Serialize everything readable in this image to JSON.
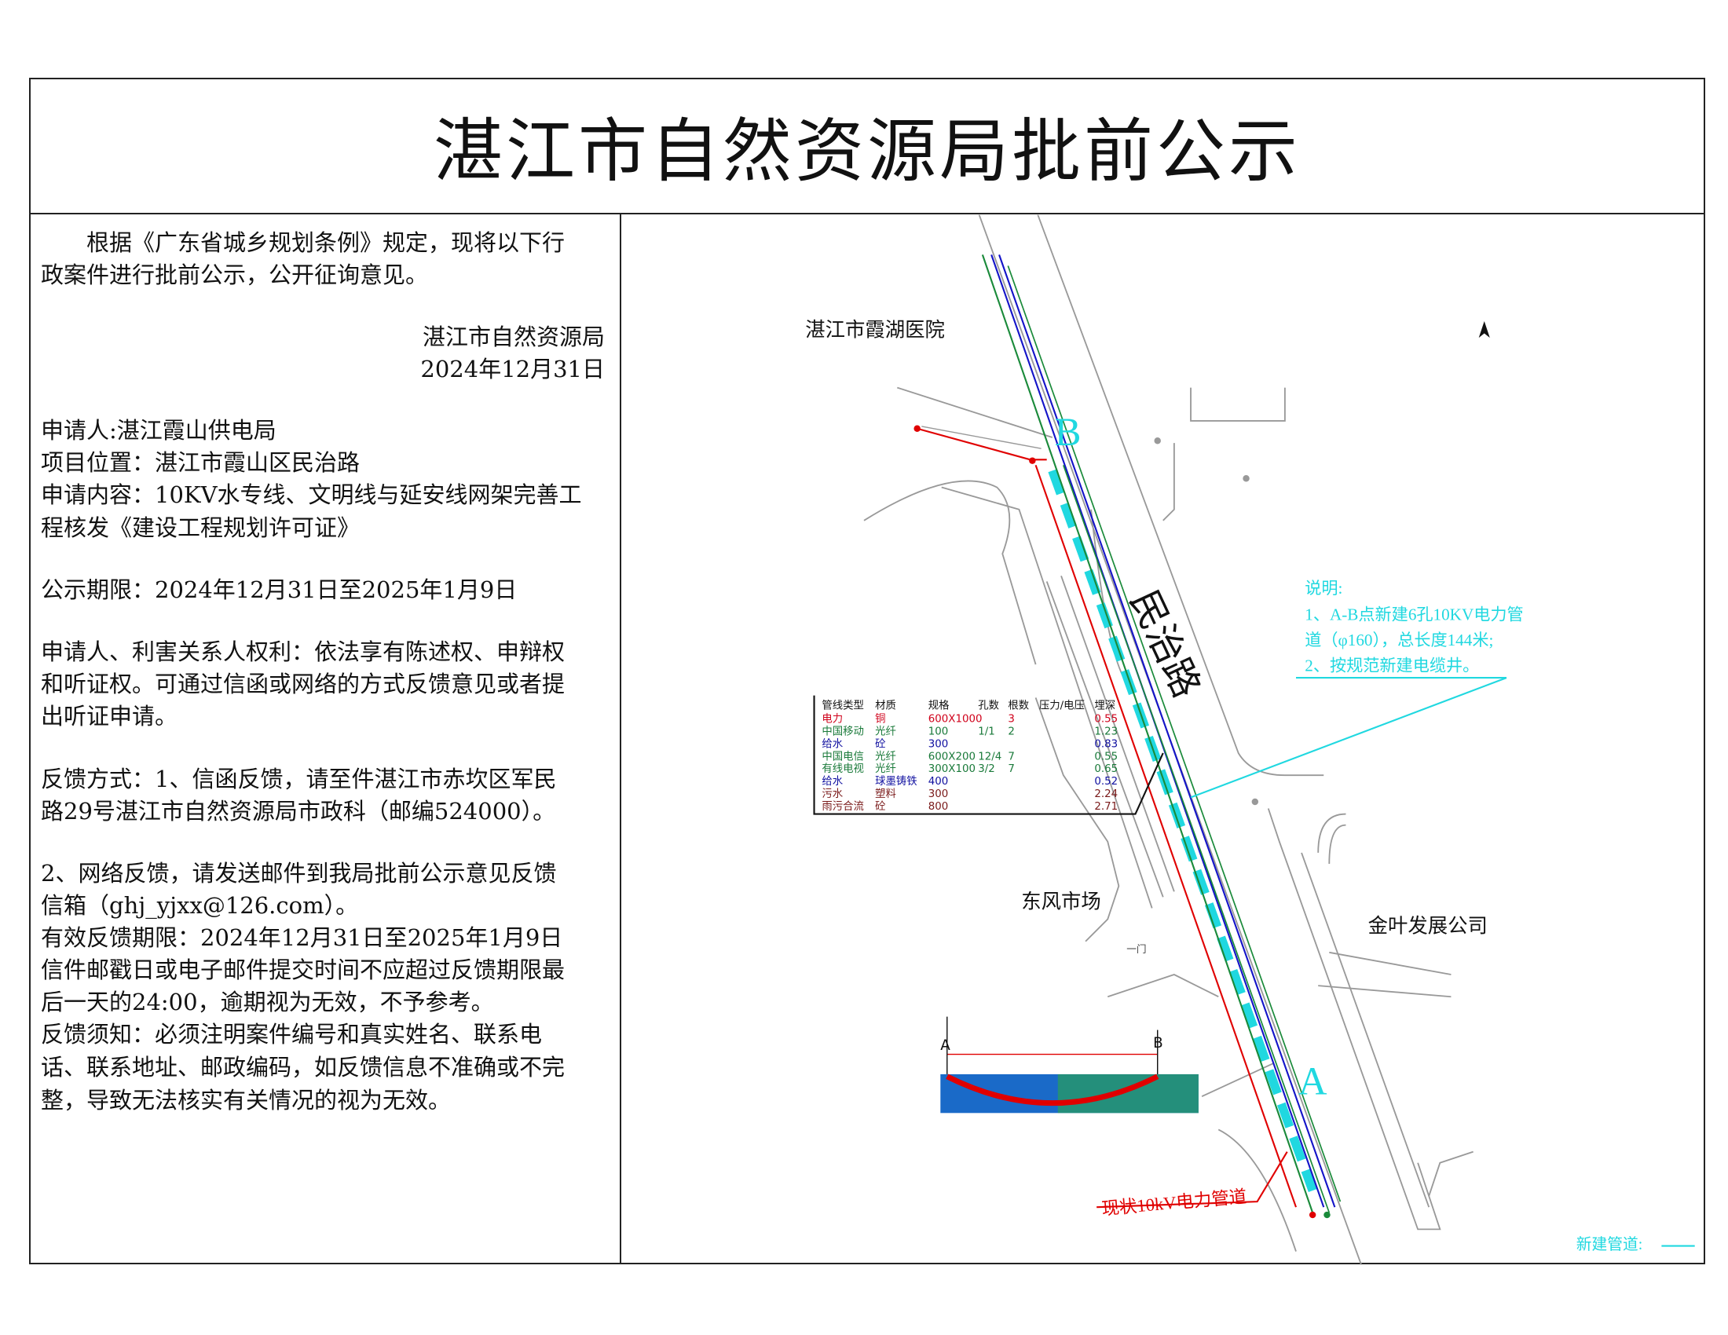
{
  "title": "湛江市自然资源局批前公示",
  "notice": {
    "intro": [
      "　　根据《广东省城乡规划条例》规定，现将以下行",
      "政案件进行批前公示，公开征询意见。"
    ],
    "issuer": "湛江市自然资源局",
    "date": "2024年12月31日",
    "applicant": "申请人:湛江霞山供电局",
    "location": "项目位置：湛江市霞山区民治路",
    "content": [
      "申请内容：10KV水专线、文明线与延安线网架完善工",
      "程核发《建设工程规划许可证》"
    ],
    "period": "公示期限：2024年12月31日至2025年1月9日",
    "rights": [
      "申请人、利害关系人权利：依法享有陈述权、申辩权",
      "和听证权。可通过信函或网络的方式反馈意见或者提",
      "出听证申请。"
    ],
    "feedback1": [
      "反馈方式：1、信函反馈，请至件湛江市赤坎区军民",
      "路29号湛江市自然资源局市政科（邮编524000）。"
    ],
    "feedback2": [
      "2、网络反馈，请发送邮件到我局批前公示意见反馈",
      "信箱（ghj_yjxx@126.com）。",
      "有效反馈期限：2024年12月31日至2025年1月9日",
      "信件邮戳日或电子邮件提交时间不应超过反馈期限最",
      "后一天的24:00，逾期视为无效，不予参考。",
      "反馈须知：必须注明案件编号和真实姓名、联系电",
      "话、联系地址、邮政编码，如反馈信息不准确或不完",
      "整，导致无法核实有关情况的视为无效。"
    ]
  },
  "map": {
    "labels": {
      "hospital": "湛江市霞湖医院",
      "road": "民治路",
      "market": "东风市场",
      "company": "金叶发展公司",
      "point_a": "A",
      "point_b": "B",
      "existing": "现状10kV电力管道",
      "new_pipe": "新建管道:",
      "gate": "一门"
    },
    "notes": {
      "title": "说明:",
      "lines": [
        "1、A-B点新建6孔10KV电力管",
        "道（φ160），总长度144米;",
        "2、按规范新建电缆井。"
      ]
    },
    "legend": {
      "headers": [
        "管线类型",
        "材质",
        "规格",
        "孔数",
        "根数",
        "压力/电压",
        "埋深"
      ],
      "rows": [
        {
          "type": "电力",
          "material": "铜",
          "spec": "600X1000",
          "holes": "",
          "count": "3",
          "pressure": "",
          "depth": "0.55",
          "color": "#d0021b"
        },
        {
          "type": "中国移动",
          "material": "光纤",
          "spec": "100",
          "holes": "1/1",
          "count": "2",
          "pressure": "",
          "depth": "1.23",
          "color": "#1a7a3a"
        },
        {
          "type": "给水",
          "material": "砼",
          "spec": "300",
          "holes": "",
          "count": "",
          "pressure": "",
          "depth": "0.83",
          "color": "#1010a0"
        },
        {
          "type": "中国电信",
          "material": "光纤",
          "spec": "600X200",
          "holes": "12/4",
          "count": "7",
          "pressure": "",
          "depth": "0.55",
          "color": "#1a7a3a"
        },
        {
          "type": "有线电视",
          "material": "光纤",
          "spec": "300X100",
          "holes": "3/2",
          "count": "7",
          "pressure": "",
          "depth": "0.65",
          "color": "#1a7a3a"
        },
        {
          "type": "给水",
          "material": "球墨铸铁",
          "spec": "400",
          "holes": "",
          "count": "",
          "pressure": "",
          "depth": "0.52",
          "color": "#1010a0"
        },
        {
          "type": "污水",
          "material": "塑料",
          "spec": "300",
          "holes": "",
          "count": "",
          "pressure": "",
          "depth": "2.24",
          "color": "#7a1a1a"
        },
        {
          "type": "雨污合流",
          "material": "砼",
          "spec": "800",
          "holes": "",
          "count": "",
          "pressure": "",
          "depth": "2.71",
          "color": "#7a1a1a"
        }
      ]
    },
    "colors": {
      "power": "#e00000",
      "telecom": "#1a8a3a",
      "water": "#1414c8",
      "new_pipe": "#20d8e0",
      "road": "#999999"
    }
  }
}
